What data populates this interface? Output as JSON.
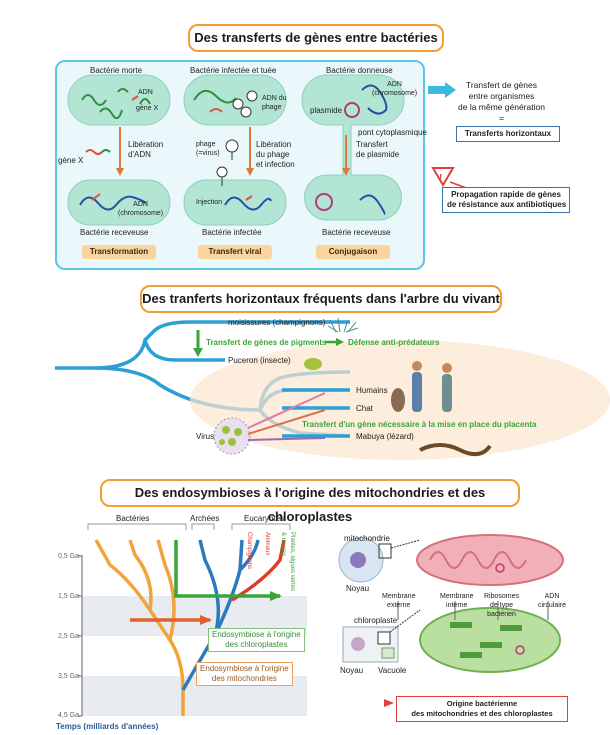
{
  "section1": {
    "title": "Des transferts de gènes entre bactéries",
    "transformation": {
      "top_label": "Bactérie morte",
      "adn": "ADN",
      "gene_x": "gène X",
      "liberation": "Libération\nd'ADN",
      "gene_x_left": "gène X",
      "adn_chromosome": "ADN\n(chromosome)",
      "bottom_label": "Bactérie receveuse",
      "pill": "Transformation"
    },
    "viral": {
      "top_label": "Bactérie infectée et tuée",
      "adn_phage": "ADN du\nphage",
      "phage": "phage\n(=virus)",
      "liberation": "Libération\ndu phage\net infection",
      "injection": "Injection",
      "bottom_label": "Bactérie infectée",
      "pill": "Transfert viral"
    },
    "conjugaison": {
      "top_label": "Bactérie donneuse",
      "adn_chromosome": "ADN\n(chromosome)",
      "plasmide": "plasmide",
      "pont": "pont cytoplasmique",
      "transfert": "Transfert\nde plasmide",
      "bottom_label": "Bactérie receveuse",
      "pill": "Conjugaison"
    },
    "side_text": "Transfert de gènes\nentre organismes\nde la même génération\n=",
    "side_box": "Transferts horizontaux",
    "warning_box": "Propagation rapide de gènes\nde résistance aux antibiotiques",
    "warning_icon": "!"
  },
  "section2": {
    "title": "Des tranferts horizontaux fréquents dans l'arbre du vivant",
    "moisissures": "moisissures (champignons)",
    "transfert_pigments": "Transfert de gènes de pigments",
    "defense": "Défense anti-prédateurs",
    "puceron": "Puceron (insecte)",
    "humains": "Humains",
    "chat": "Chat",
    "transfert_placenta": "Transfert d'un gène nécessaire à la mise en place du placenta",
    "virus": "Virus",
    "mabuya": "Mabuya (lézard)"
  },
  "section3": {
    "title": "Des endosymbioses à l'origine des mitochondries et des chloroplastes",
    "bacteries": "Bactéries",
    "archees": "Archées",
    "eucaryotes": "Eucaryotes",
    "champignons": "Champignons",
    "animaux": "Animaux",
    "plantes": "Plantes, algues vertes & rouges",
    "ticks": [
      "0,5 Ga",
      "1,5 Ga",
      "2,5 Ga",
      "3,5 Ga",
      "4,5 Ga"
    ],
    "axis_label": "Temps (milliards d'années)",
    "endo_chloro": "Endosymbiose à l'origine\ndes chloroplastes",
    "endo_mito": "Endosymbiose à l'origine\ndes mitochondries",
    "mitochondrie": "mitochondrie",
    "noyau1": "Noyau",
    "membrane_externe": "Membrane\nexterne",
    "membrane_interne": "Membrane\ninterne",
    "ribosomes": "Ribosomes\nde type\nbactérien",
    "adn_circulaire": "ADN\ncirculaire",
    "chloroplaste": "chloroplaste",
    "noyau2": "Noyau",
    "vacuole": "Vacuole",
    "origine_box": "Origine bactérienne\ndes mitochondries et des chloroplastes"
  },
  "colors": {
    "orange_border": "#f39c31",
    "panel_border": "#5cc6e6",
    "tree_blue": "#2b9fd6",
    "green": "#3aa63a",
    "red_arrow": "#e06030"
  }
}
